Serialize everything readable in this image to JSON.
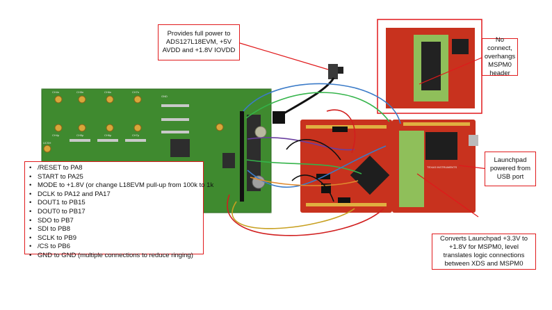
{
  "callouts": {
    "power": "Provides full power to\nADS127L18EVM, +5V\nAVDD and +1.8V IOVDD",
    "noconnect": "No connect,\noverhangs\nMSPM0\nheader",
    "launchpad": "Launchpad\npowered from\nUSB port",
    "converts": "Converts Launchpad +3.3V to\n+1.8V for MSPM0, level\ntranslates logic connections\nbetween XDS and MSPM0"
  },
  "connections": [
    "/RESET to PA8",
    "START to PA25",
    "MODE to +1.8V (or change L18EVM pull-up from 100k to 1k",
    "DCLK to PA12 and PA17",
    "DOUT1 to PB15",
    "DOUT0 to PB17",
    "SDO to PB7",
    "SDI to PB8",
    "SCLK to PB9",
    "/CS to PB6",
    "GND to GND (multiple connections to reduce ringing)"
  ],
  "board_labels": {
    "evm_channels": [
      "CH4n",
      "CH5n",
      "CH6n",
      "CH7n",
      "CH4p",
      "CH5p",
      "CH6p",
      "CH7p"
    ],
    "evm_gnd": "GND",
    "evm_ucsh": "UCSH",
    "ti_brand": "TEXAS INSTRUMENTS"
  },
  "colors": {
    "callout_border": "#e0191b",
    "evm_green": "#3f8a2f",
    "launchpad_red": "#c8321e",
    "adapter_green": "#8fbf5a"
  }
}
